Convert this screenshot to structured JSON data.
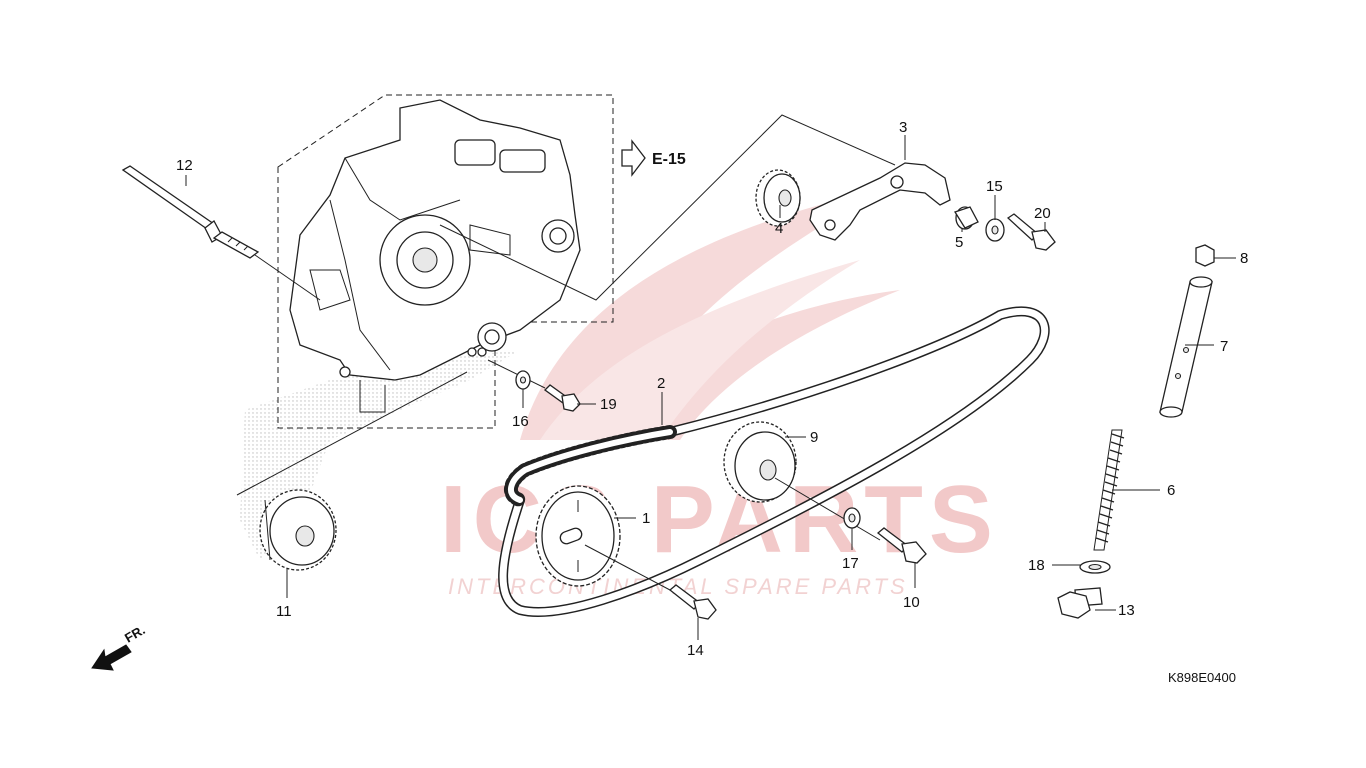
{
  "diagram": {
    "ref_arrow_label": "E-15",
    "direction_label": "FR.",
    "drawing_code": "K898E0400",
    "watermark": {
      "brand": "ICS PARTS",
      "tagline": "INTERCONTINENTAL SPARE PARTS"
    },
    "callouts": [
      {
        "id": "c1",
        "number": "1"
      },
      {
        "id": "c2",
        "number": "2"
      },
      {
        "id": "c3",
        "number": "3"
      },
      {
        "id": "c4",
        "number": "4"
      },
      {
        "id": "c5",
        "number": "5"
      },
      {
        "id": "c6",
        "number": "6"
      },
      {
        "id": "c7",
        "number": "7"
      },
      {
        "id": "c8",
        "number": "8"
      },
      {
        "id": "c9",
        "number": "9"
      },
      {
        "id": "c10",
        "number": "10"
      },
      {
        "id": "c11",
        "number": "11"
      },
      {
        "id": "c12",
        "number": "12"
      },
      {
        "id": "c13",
        "number": "13"
      },
      {
        "id": "c14",
        "number": "14"
      },
      {
        "id": "c15",
        "number": "15"
      },
      {
        "id": "c16",
        "number": "16"
      },
      {
        "id": "c17",
        "number": "17"
      },
      {
        "id": "c18",
        "number": "18"
      },
      {
        "id": "c19",
        "number": "19"
      },
      {
        "id": "c20",
        "number": "20"
      }
    ]
  }
}
